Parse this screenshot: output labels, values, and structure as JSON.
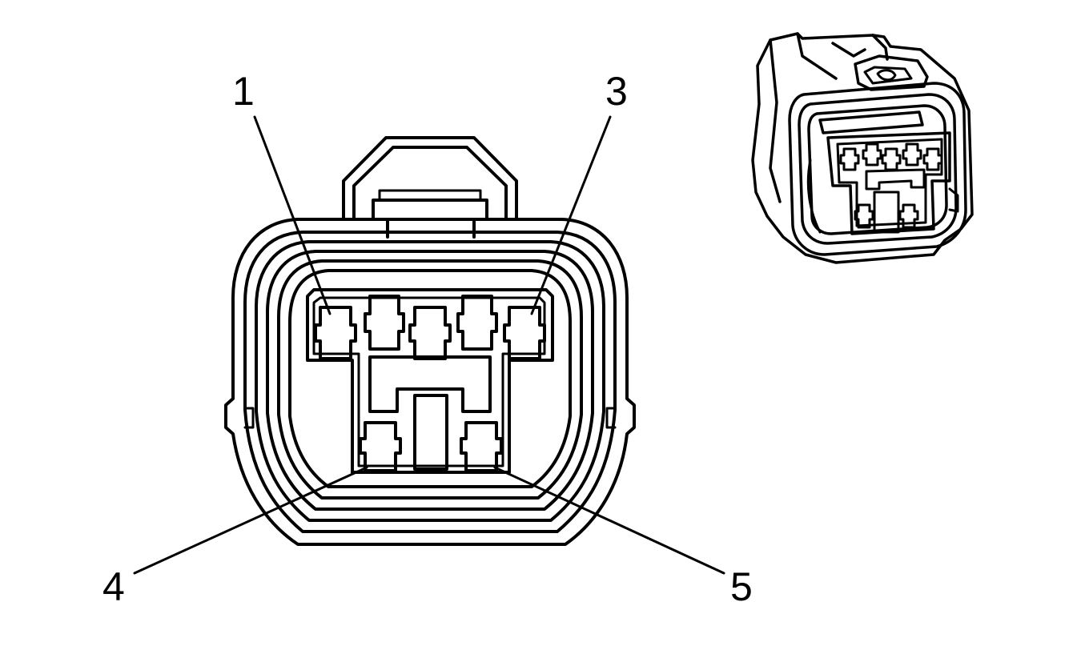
{
  "diagram": {
    "line_color": "#000000",
    "background": "#ffffff",
    "callouts": [
      {
        "id": "pin-1",
        "label": "1"
      },
      {
        "id": "pin-3",
        "label": "3"
      },
      {
        "id": "pin-4",
        "label": "4"
      },
      {
        "id": "pin-5",
        "label": "5"
      }
    ]
  }
}
